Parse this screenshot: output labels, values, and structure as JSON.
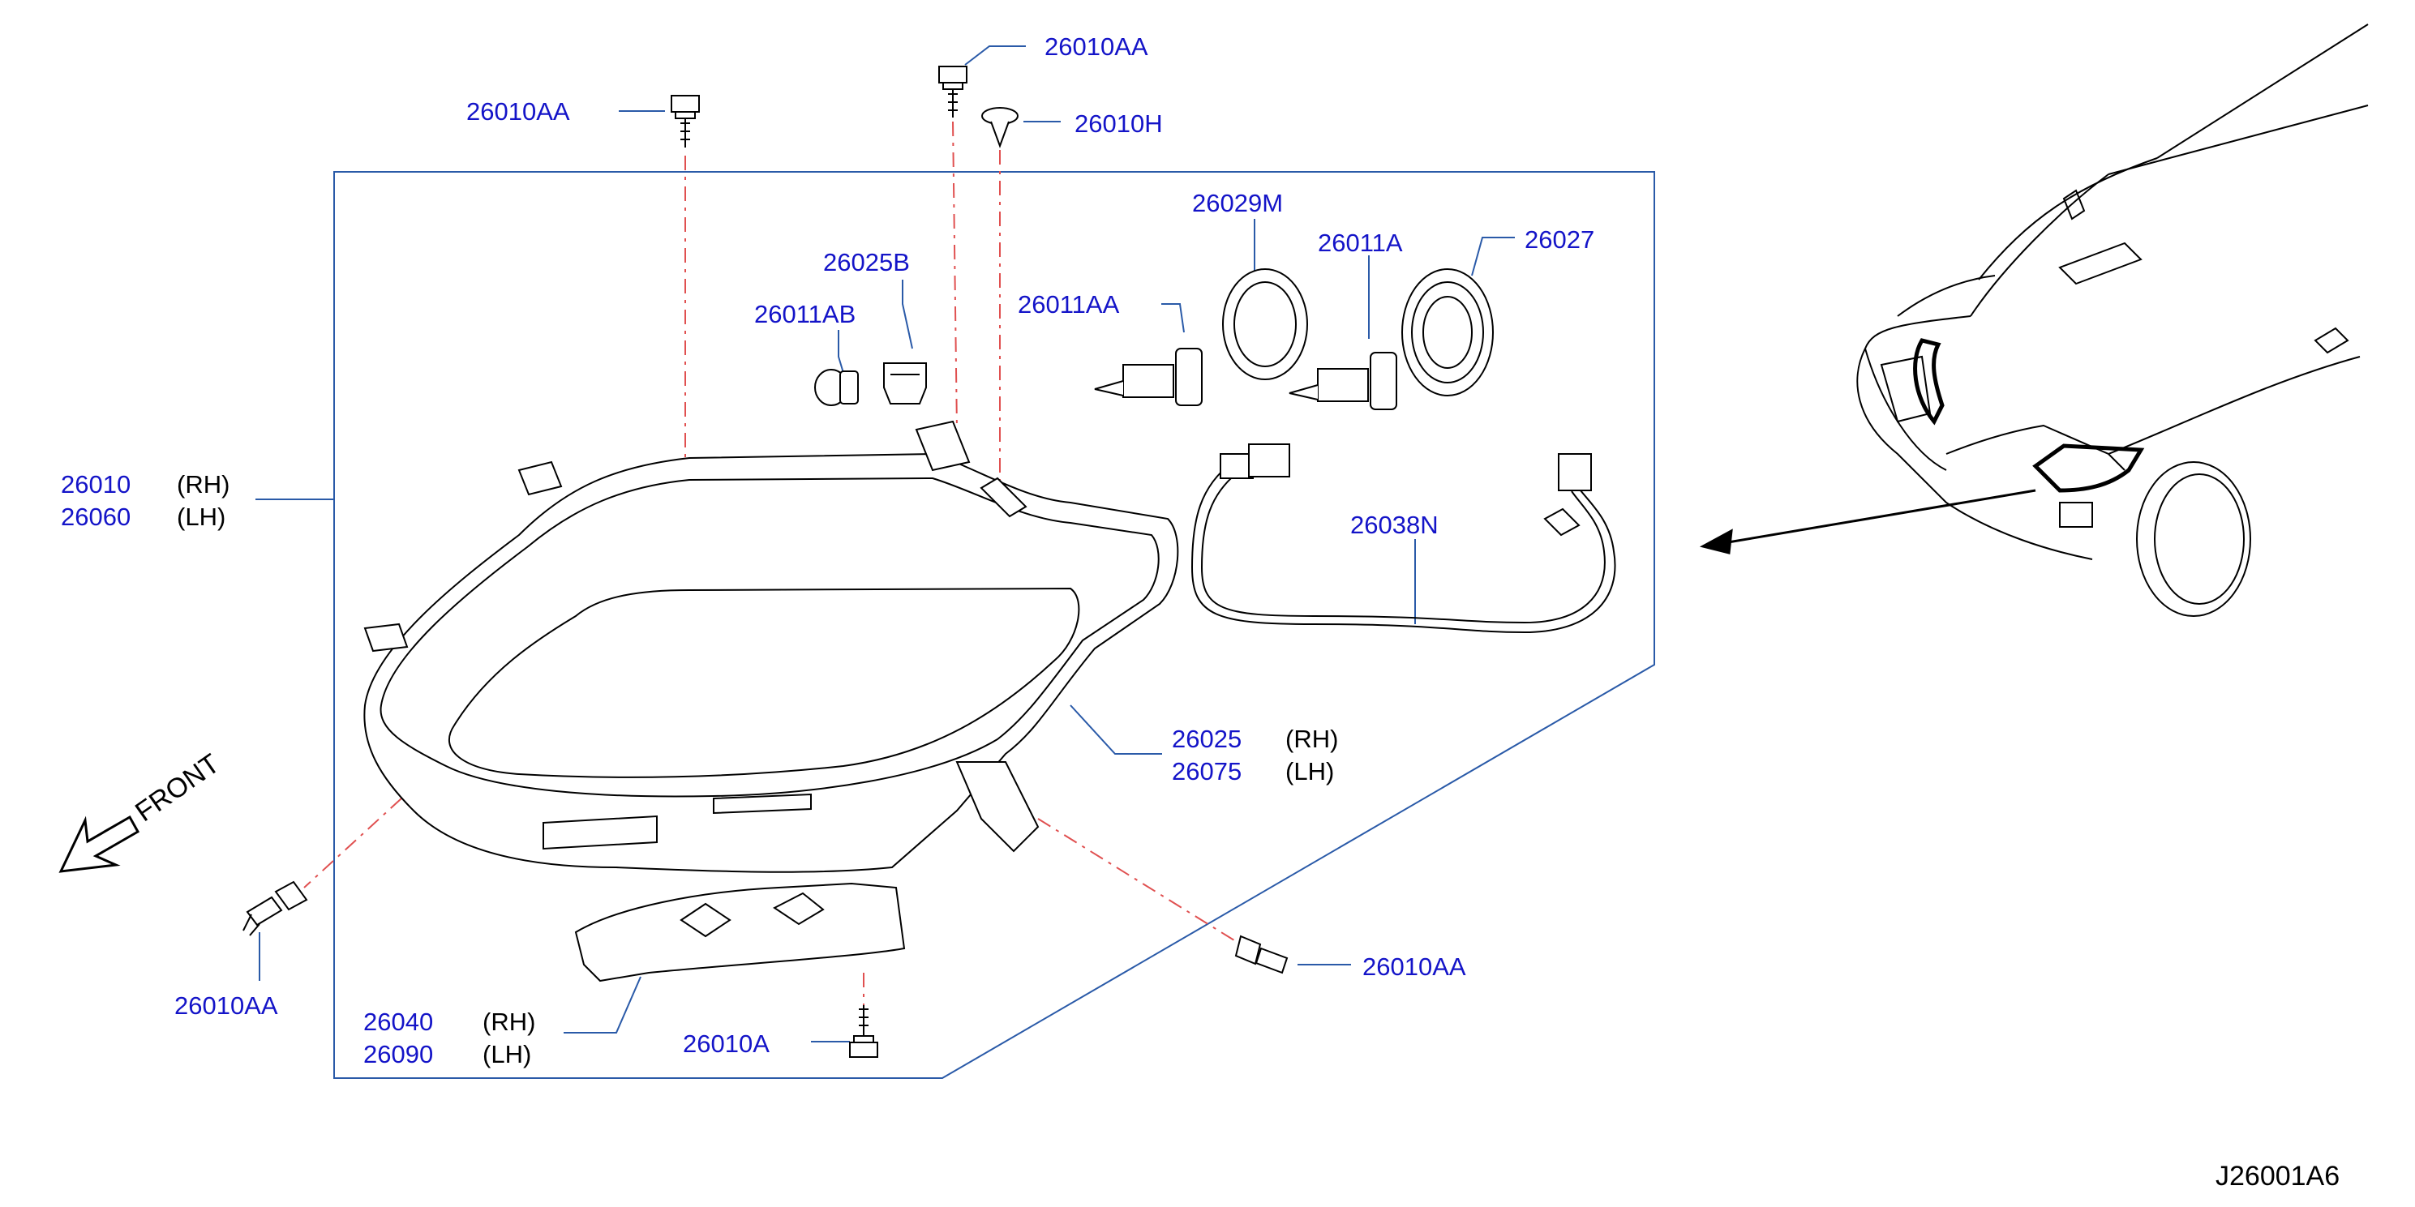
{
  "colors": {
    "label": "#1414c8",
    "leader": "#2a5aa8",
    "outline": "#2a5aa8",
    "dash": "#e05050",
    "ink": "#000000"
  },
  "front_label": "FRONT",
  "diagram_code": "J26001A6",
  "labels": {
    "bolt_top_left": "26010AA",
    "bolt_top_center": "26010AA",
    "clip": "26010H",
    "socket_b": "26025B",
    "bulb_ab": "26011AB",
    "cap_m": "26029M",
    "bulb_a": "26011A",
    "seal": "26027",
    "bulb_aa": "26011AA",
    "headlamp_rh": "26010",
    "headlamp_rh_side": "(RH)",
    "headlamp_lh": "26060",
    "headlamp_lh_side": "(LH)",
    "harness": "26038N",
    "housing_rh": "26025",
    "housing_rh_side": "(RH)",
    "housing_lh": "26075",
    "housing_lh_side": "(LH)",
    "bolt_bottom_left": "26010AA",
    "bolt_right": "26010AA",
    "bracket_rh": "26040",
    "bracket_rh_side": "(RH)",
    "bracket_lh": "26090",
    "bracket_lh_side": "(LH)",
    "bolt_bracket": "26010A"
  }
}
